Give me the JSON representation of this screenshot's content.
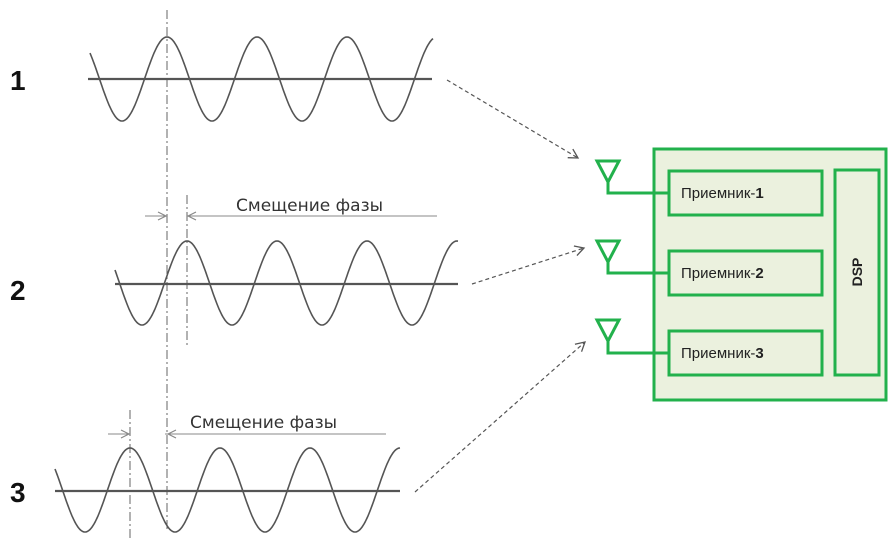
{
  "signals": [
    {
      "number": "1"
    },
    {
      "number": "2",
      "phase_label": "Смещение фазы"
    },
    {
      "number": "3",
      "phase_label": "Смещение фазы"
    }
  ],
  "receivers": [
    {
      "label_prefix": "Приемник-",
      "label_number": "1"
    },
    {
      "label_prefix": "Приемник-",
      "label_number": "2"
    },
    {
      "label_prefix": "Приемник-",
      "label_number": "3"
    }
  ],
  "dsp": {
    "label": "DSP"
  },
  "colors": {
    "green": "#22b14c",
    "panel_fill": "#ebf1de",
    "wave": "#555555",
    "axis": "#555555",
    "dashed": "#666666"
  }
}
